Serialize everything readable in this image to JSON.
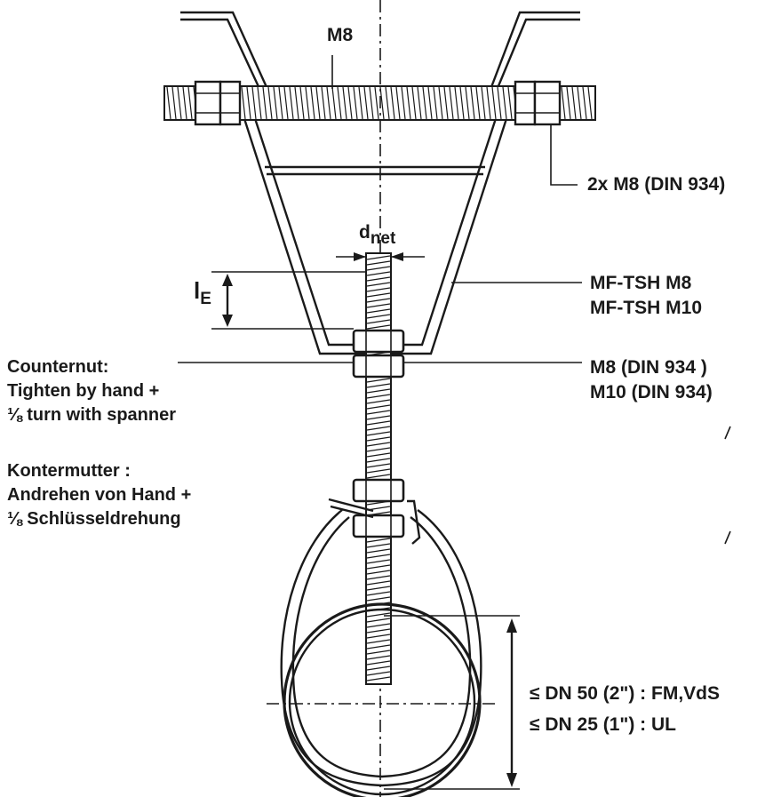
{
  "labels": {
    "top_rod": "M8",
    "top_nuts": "2x M8 (DIN 934)",
    "d_net_base": "d",
    "d_net_sub": "net",
    "l_e_base": "l",
    "l_e_sub": "E",
    "hanger_line1": "MF-TSH M8",
    "hanger_line2": "MF-TSH M10",
    "nut_spec_line1": "M8 (DIN 934 )",
    "nut_spec_line2": "M10 (DIN 934)",
    "counternut_title": "Counternut:",
    "counternut_line1": "Tighten by hand +",
    "counternut_line2": "⅛ turn with spanner",
    "kontermutter_title": "Kontermutter :",
    "kontermutter_line1": "Andrehen von Hand +",
    "kontermutter_line2": "⅛ Schlüsseldrehung",
    "dn_line1": "≤ DN  50 (2\") : FM,VdS",
    "dn_line2": "≤ DN  25 (1\") : UL"
  },
  "colors": {
    "ink": "#1a1a1a",
    "paper": "#ffffff"
  }
}
